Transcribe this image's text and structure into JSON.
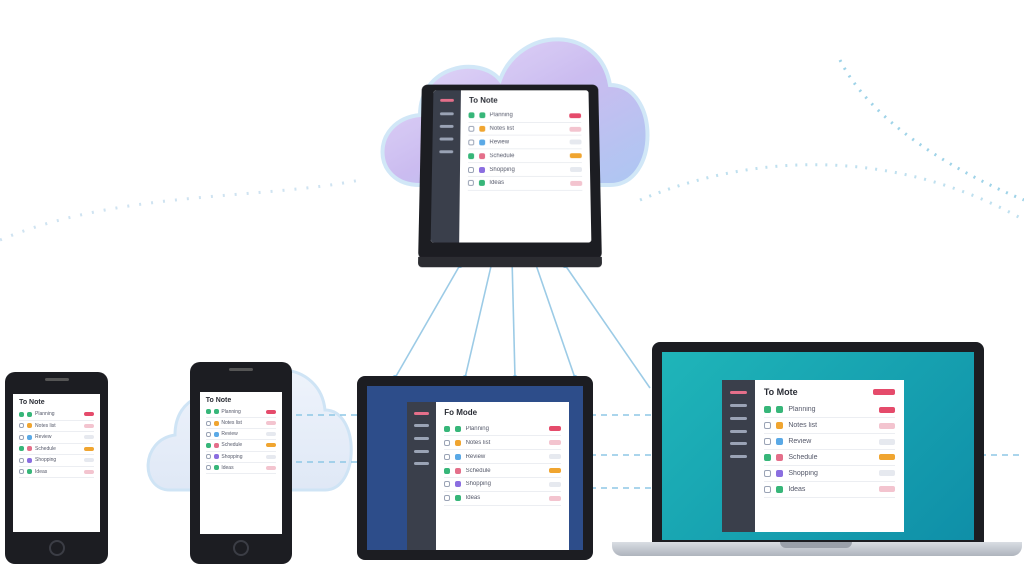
{
  "colors": {
    "cloud": "#b8a9ea",
    "link": "#8fc7e6",
    "sidebar": "#3a3f4b",
    "accent_pink": "#e54b6b",
    "accent_green": "#37b679",
    "teal": "#1fb5b9",
    "navy": "#2d4d8a"
  },
  "devices": {
    "tablet_top": {
      "title": "To Note"
    },
    "phone_1": {
      "title": "To Note"
    },
    "phone_2": {
      "title": "To Note"
    },
    "tablet_bottom": {
      "title": "Fo Mode"
    },
    "laptop": {
      "title": "To Mote"
    }
  },
  "tasks": [
    {
      "text": "Planning",
      "done": true,
      "icon_color": "#37b679",
      "badge_color": "#e54b6b"
    },
    {
      "text": "Notes list",
      "done": false,
      "icon_color": "#f0a530",
      "badge_color": "#f3c4cf"
    },
    {
      "text": "Review",
      "done": false,
      "icon_color": "#5aa9e6",
      "badge_color": "#e6e9ef"
    },
    {
      "text": "Schedule",
      "done": true,
      "icon_color": "#e46f8a",
      "badge_color": "#f0a530"
    },
    {
      "text": "Shopping",
      "done": false,
      "icon_color": "#8b6ee0",
      "badge_color": "#e6e9ef"
    },
    {
      "text": "Ideas",
      "done": false,
      "icon_color": "#37b679",
      "badge_color": "#f3c4cf"
    }
  ]
}
